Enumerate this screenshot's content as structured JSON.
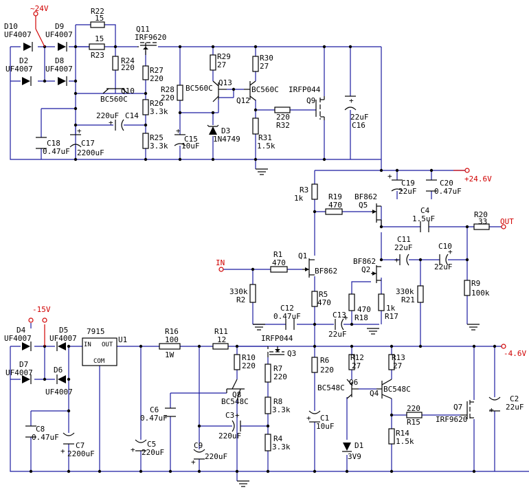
{
  "supplies": {
    "plus24": "~24V",
    "plus24_6": "+24.6V",
    "minus15": "-15V",
    "minus4_6": "-4.6V",
    "input": "IN",
    "output": "OUT"
  },
  "diodes": {
    "D10": {
      "ref": "D10",
      "val": "UF4007"
    },
    "D9": {
      "ref": "D9",
      "val": "UF4007"
    },
    "D2": {
      "ref": "D2",
      "val": "UF4007"
    },
    "D8": {
      "ref": "D8",
      "val": "UF4007"
    },
    "D4": {
      "ref": "D4",
      "val": "UF4007"
    },
    "D5": {
      "ref": "D5",
      "val": "UF4007"
    },
    "D7": {
      "ref": "D7",
      "val": "UF4007"
    },
    "D6": {
      "ref": "D6",
      "val": "UF4007"
    },
    "D3": {
      "ref": "D3",
      "val": "1N4749"
    },
    "D1": {
      "ref": "D1",
      "val": "3V9"
    }
  },
  "resistors": {
    "R22": {
      "ref": "R22",
      "val": "15"
    },
    "R23": {
      "ref": "R23",
      "val": "15"
    },
    "R24": {
      "ref": "R24",
      "val": "220"
    },
    "R27": {
      "ref": "R27",
      "val": "220"
    },
    "R26": {
      "ref": "R26",
      "val": "3.3k"
    },
    "R25": {
      "ref": "R25",
      "val": "3.3k"
    },
    "R28": {
      "ref": "R28",
      "val": "220"
    },
    "R29": {
      "ref": "R29",
      "val": "27"
    },
    "R30": {
      "ref": "R30",
      "val": "27"
    },
    "R31": {
      "ref": "R31",
      "val": "1.5k"
    },
    "R32": {
      "ref": "R32",
      "val": "220"
    },
    "R3": {
      "ref": "R3",
      "val": "1k"
    },
    "R19": {
      "ref": "R19",
      "val": "470"
    },
    "R20": {
      "ref": "R20",
      "val": "33"
    },
    "R1": {
      "ref": "R1",
      "val": "470"
    },
    "R2": {
      "ref": "R2",
      "val": "330k"
    },
    "R5": {
      "ref": "R5",
      "val": "470"
    },
    "R18": {
      "ref": "R18",
      "val": "470"
    },
    "R17": {
      "ref": "R17",
      "val": "1k"
    },
    "R21": {
      "ref": "R21",
      "val": "330k"
    },
    "R9": {
      "ref": "R9",
      "val": "100k"
    },
    "R16": {
      "ref": "R16",
      "val": "100",
      "extra": "1W"
    },
    "R11": {
      "ref": "R11",
      "val": "12"
    },
    "R10": {
      "ref": "R10",
      "val": "220"
    },
    "R7": {
      "ref": "R7",
      "val": "220"
    },
    "R8": {
      "ref": "R8",
      "val": "3.3k"
    },
    "R4": {
      "ref": "R4",
      "val": "3.3k"
    },
    "R6": {
      "ref": "R6",
      "val": "220"
    },
    "R12": {
      "ref": "R12",
      "val": "27"
    },
    "R13": {
      "ref": "R13",
      "val": "27"
    },
    "R15": {
      "ref": "R15",
      "val": "220"
    },
    "R14": {
      "ref": "R14",
      "val": "1.5k"
    }
  },
  "capacitors": {
    "C18": {
      "ref": "C18",
      "val": "0.47uF"
    },
    "C17": {
      "ref": "C17",
      "val": "2200uF"
    },
    "C14": {
      "ref": "C14",
      "val": "220uF"
    },
    "C15": {
      "ref": "C15",
      "val": "10uF"
    },
    "C16": {
      "ref": "C16",
      "val": "22uF"
    },
    "C19": {
      "ref": "C19",
      "val": "22uF"
    },
    "C20": {
      "ref": "C20",
      "val": "0.47uF"
    },
    "C4": {
      "ref": "C4",
      "val": "1.5uF"
    },
    "C11": {
      "ref": "C11",
      "val": "22uF"
    },
    "C10": {
      "ref": "C10",
      "val": "22uF"
    },
    "C12": {
      "ref": "C12",
      "val": "0.47uF"
    },
    "C13": {
      "ref": "C13",
      "val": "22uF"
    },
    "C8": {
      "ref": "C8",
      "val": "0.47uF"
    },
    "C7": {
      "ref": "C7",
      "val": "2200uF"
    },
    "C6": {
      "ref": "C6",
      "val": "0.47uF"
    },
    "C5": {
      "ref": "C5",
      "val": "220uF"
    },
    "C3": {
      "ref": "C3",
      "val": "220uF"
    },
    "C9": {
      "ref": "C9",
      "val": "220uF"
    },
    "C1": {
      "ref": "C1",
      "val": "10uF"
    },
    "C2": {
      "ref": "C2",
      "val": "22uF"
    }
  },
  "transistors": {
    "Q11": {
      "ref": "Q11",
      "val": "IRF9620"
    },
    "Q10": {
      "ref": "Q10",
      "val": "BC560C"
    },
    "Q13": {
      "ref": "Q13",
      "val": "BC560C"
    },
    "Q12": {
      "ref": "Q12",
      "val": "BC560C"
    },
    "Q9": {
      "ref": "Q9",
      "val": "IRFP044"
    },
    "Q5": {
      "ref": "Q5",
      "val": "BF862"
    },
    "Q1": {
      "ref": "Q1",
      "val": "BF862"
    },
    "Q2": {
      "ref": "Q2",
      "val": "BF862"
    },
    "Q3": {
      "ref": "Q3",
      "val": "IRFP044"
    },
    "Q8": {
      "ref": "Q8",
      "val": "BC548C"
    },
    "Q6": {
      "ref": "Q6",
      "val": "BC548C"
    },
    "Q4": {
      "ref": "Q4",
      "val": "BC548C"
    },
    "Q7": {
      "ref": "Q7",
      "val": "IRF9620"
    }
  },
  "regulator": {
    "ref": "U1",
    "val": "7915",
    "pin_in": "IN",
    "pin_out": "OUT",
    "pin_com": "COM"
  }
}
